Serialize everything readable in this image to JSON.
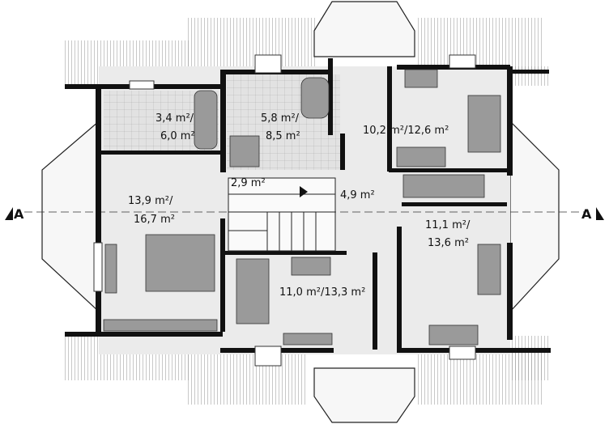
{
  "section_marks": {
    "left": "A",
    "right": "A"
  },
  "rooms": [
    {
      "id": "bath-small",
      "area1": "3,4 m²/",
      "area2": "6,0 m²"
    },
    {
      "id": "bath-main",
      "area1": "5,8 m²/",
      "area2": "8,5 m²"
    },
    {
      "id": "bedroom-ne",
      "area1": "10,2 m²/12,6 m²"
    },
    {
      "id": "bedroom-w",
      "area1": "13,9 m²/",
      "area2": "16,7 m²"
    },
    {
      "id": "landing",
      "area1": "2,9 m²"
    },
    {
      "id": "hall",
      "area1": "4,9 m²"
    },
    {
      "id": "bedroom-e",
      "area1": "11,1 m²/",
      "area2": "13,6 m²"
    },
    {
      "id": "bedroom-s",
      "area1": "11,0 m²/13,3 m²"
    }
  ],
  "colors": {
    "wall": "#111111",
    "floor": "#e6e6e6",
    "tile": "#dcdcdc",
    "roof": "#f4f4f4",
    "furniture": "#8f8f8f"
  }
}
